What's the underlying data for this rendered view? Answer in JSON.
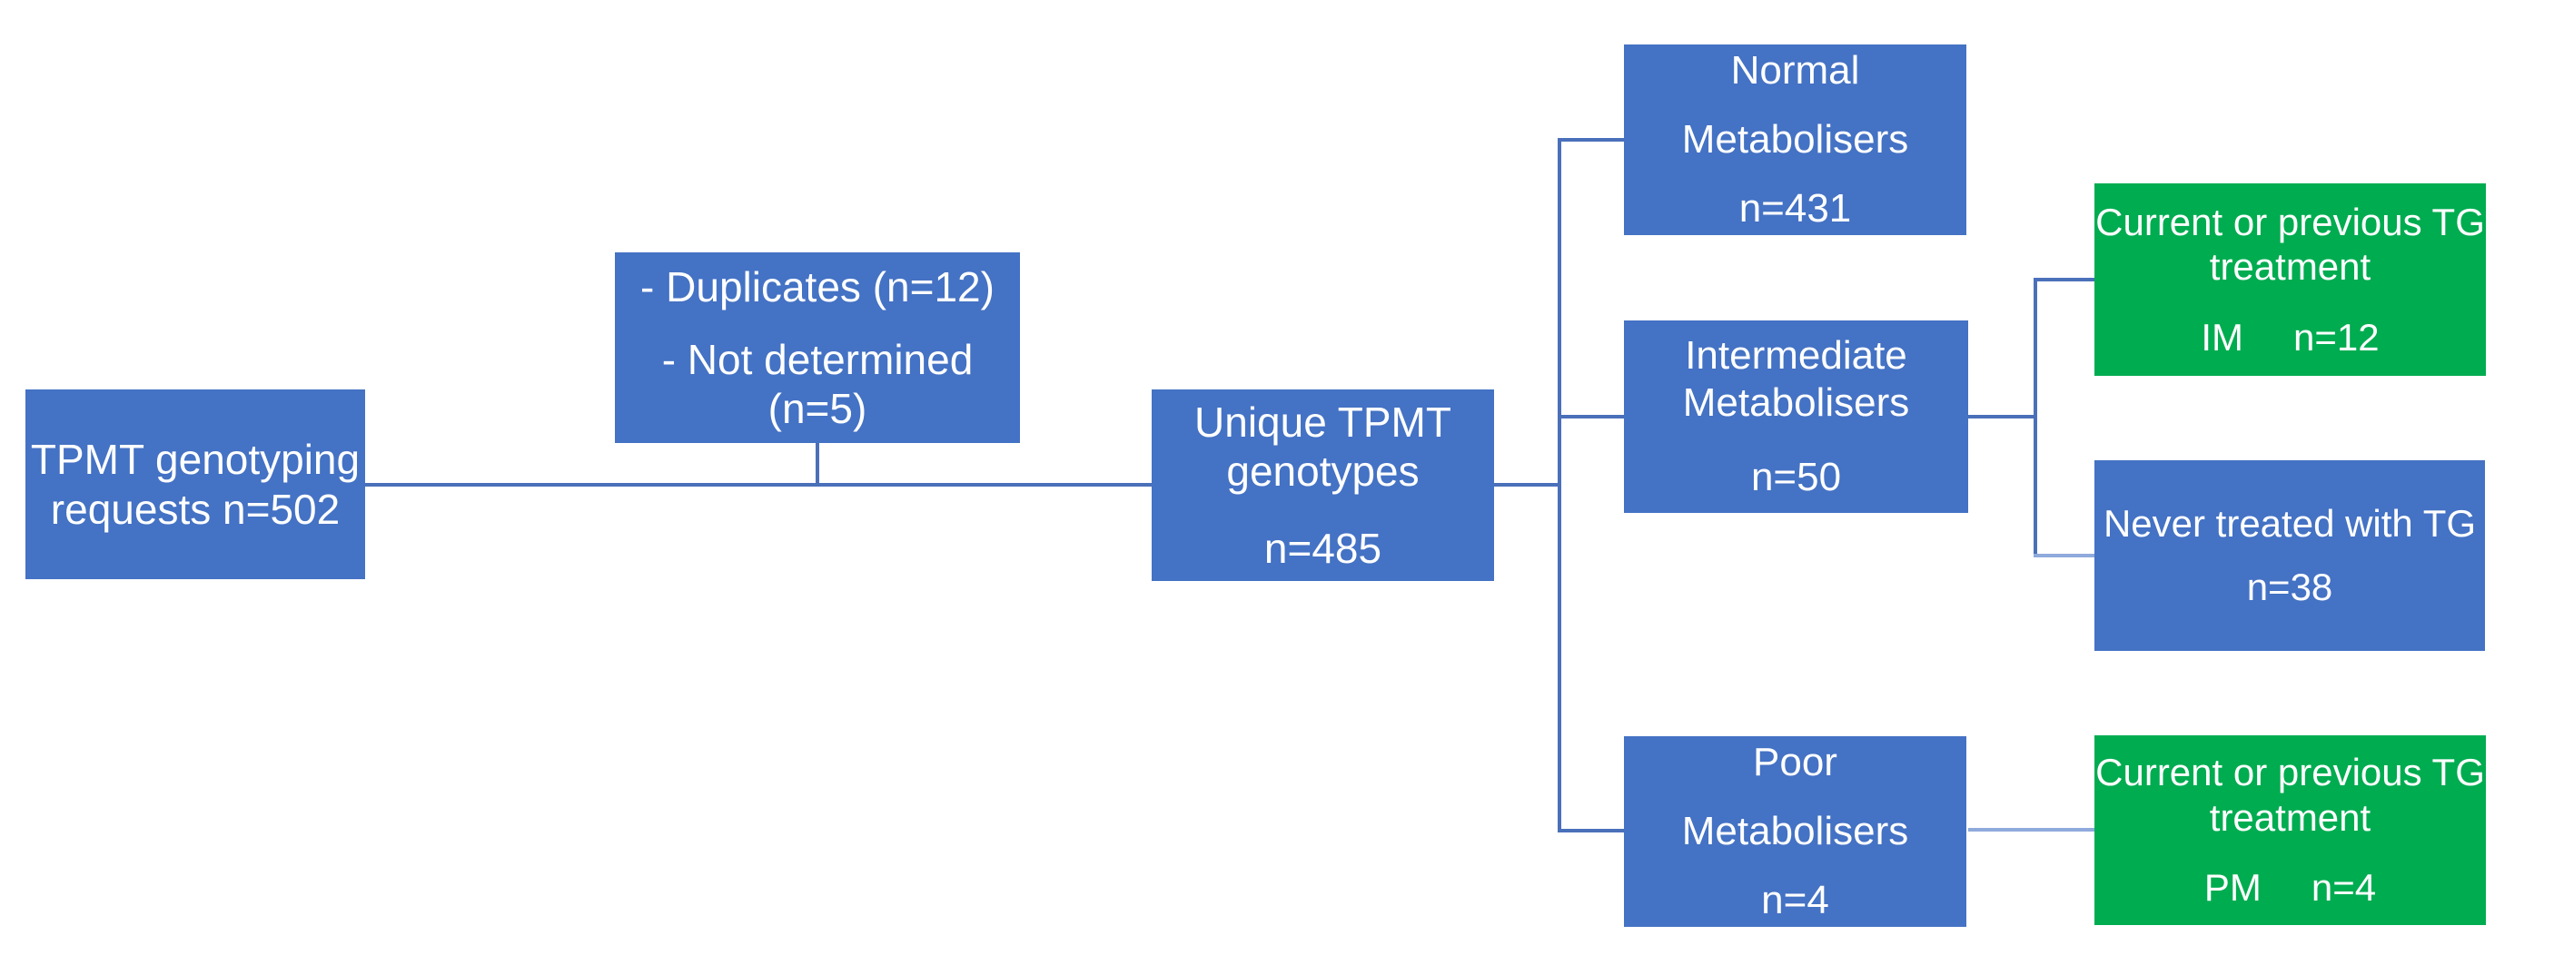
{
  "diagram": {
    "title_hint": "TPMT genotyping flow diagram",
    "colors": {
      "box_blue": "#4472C4",
      "box_green": "#00AC50",
      "connector": "#4a70ba",
      "connector_light": "#8FAADC",
      "text": "#FFFFFF",
      "background": "#FFFFFF"
    },
    "boxes": {
      "requests": {
        "color": "blue",
        "lines": [
          "TPMT genotyping",
          "requests n=502"
        ]
      },
      "excluded": {
        "color": "blue",
        "lines": [
          "- Duplicates (n=12)",
          "- Not determined",
          "(n=5)"
        ]
      },
      "unique": {
        "color": "blue",
        "lines": [
          "Unique TPMT",
          "genotypes",
          "n=485"
        ]
      },
      "normal": {
        "color": "blue",
        "lines": [
          "Normal",
          "Metabolisers",
          "n=431"
        ]
      },
      "intermediate": {
        "color": "blue",
        "lines": [
          "Intermediate",
          "Metabolisers",
          "n=50"
        ]
      },
      "poor": {
        "color": "blue",
        "lines": [
          "Poor",
          "Metabolisers",
          "n=4"
        ]
      },
      "im_treatment": {
        "color": "green",
        "lines": [
          "Current or previous TG",
          "treatment"
        ],
        "group": "IM",
        "count": "n=12"
      },
      "never_treated": {
        "color": "blue",
        "lines": [
          "Never treated with TG",
          "n=38"
        ]
      },
      "pm_treatment": {
        "color": "green",
        "lines": [
          "Current or previous TG",
          "treatment"
        ],
        "group": "PM",
        "count": "n=4"
      }
    }
  }
}
